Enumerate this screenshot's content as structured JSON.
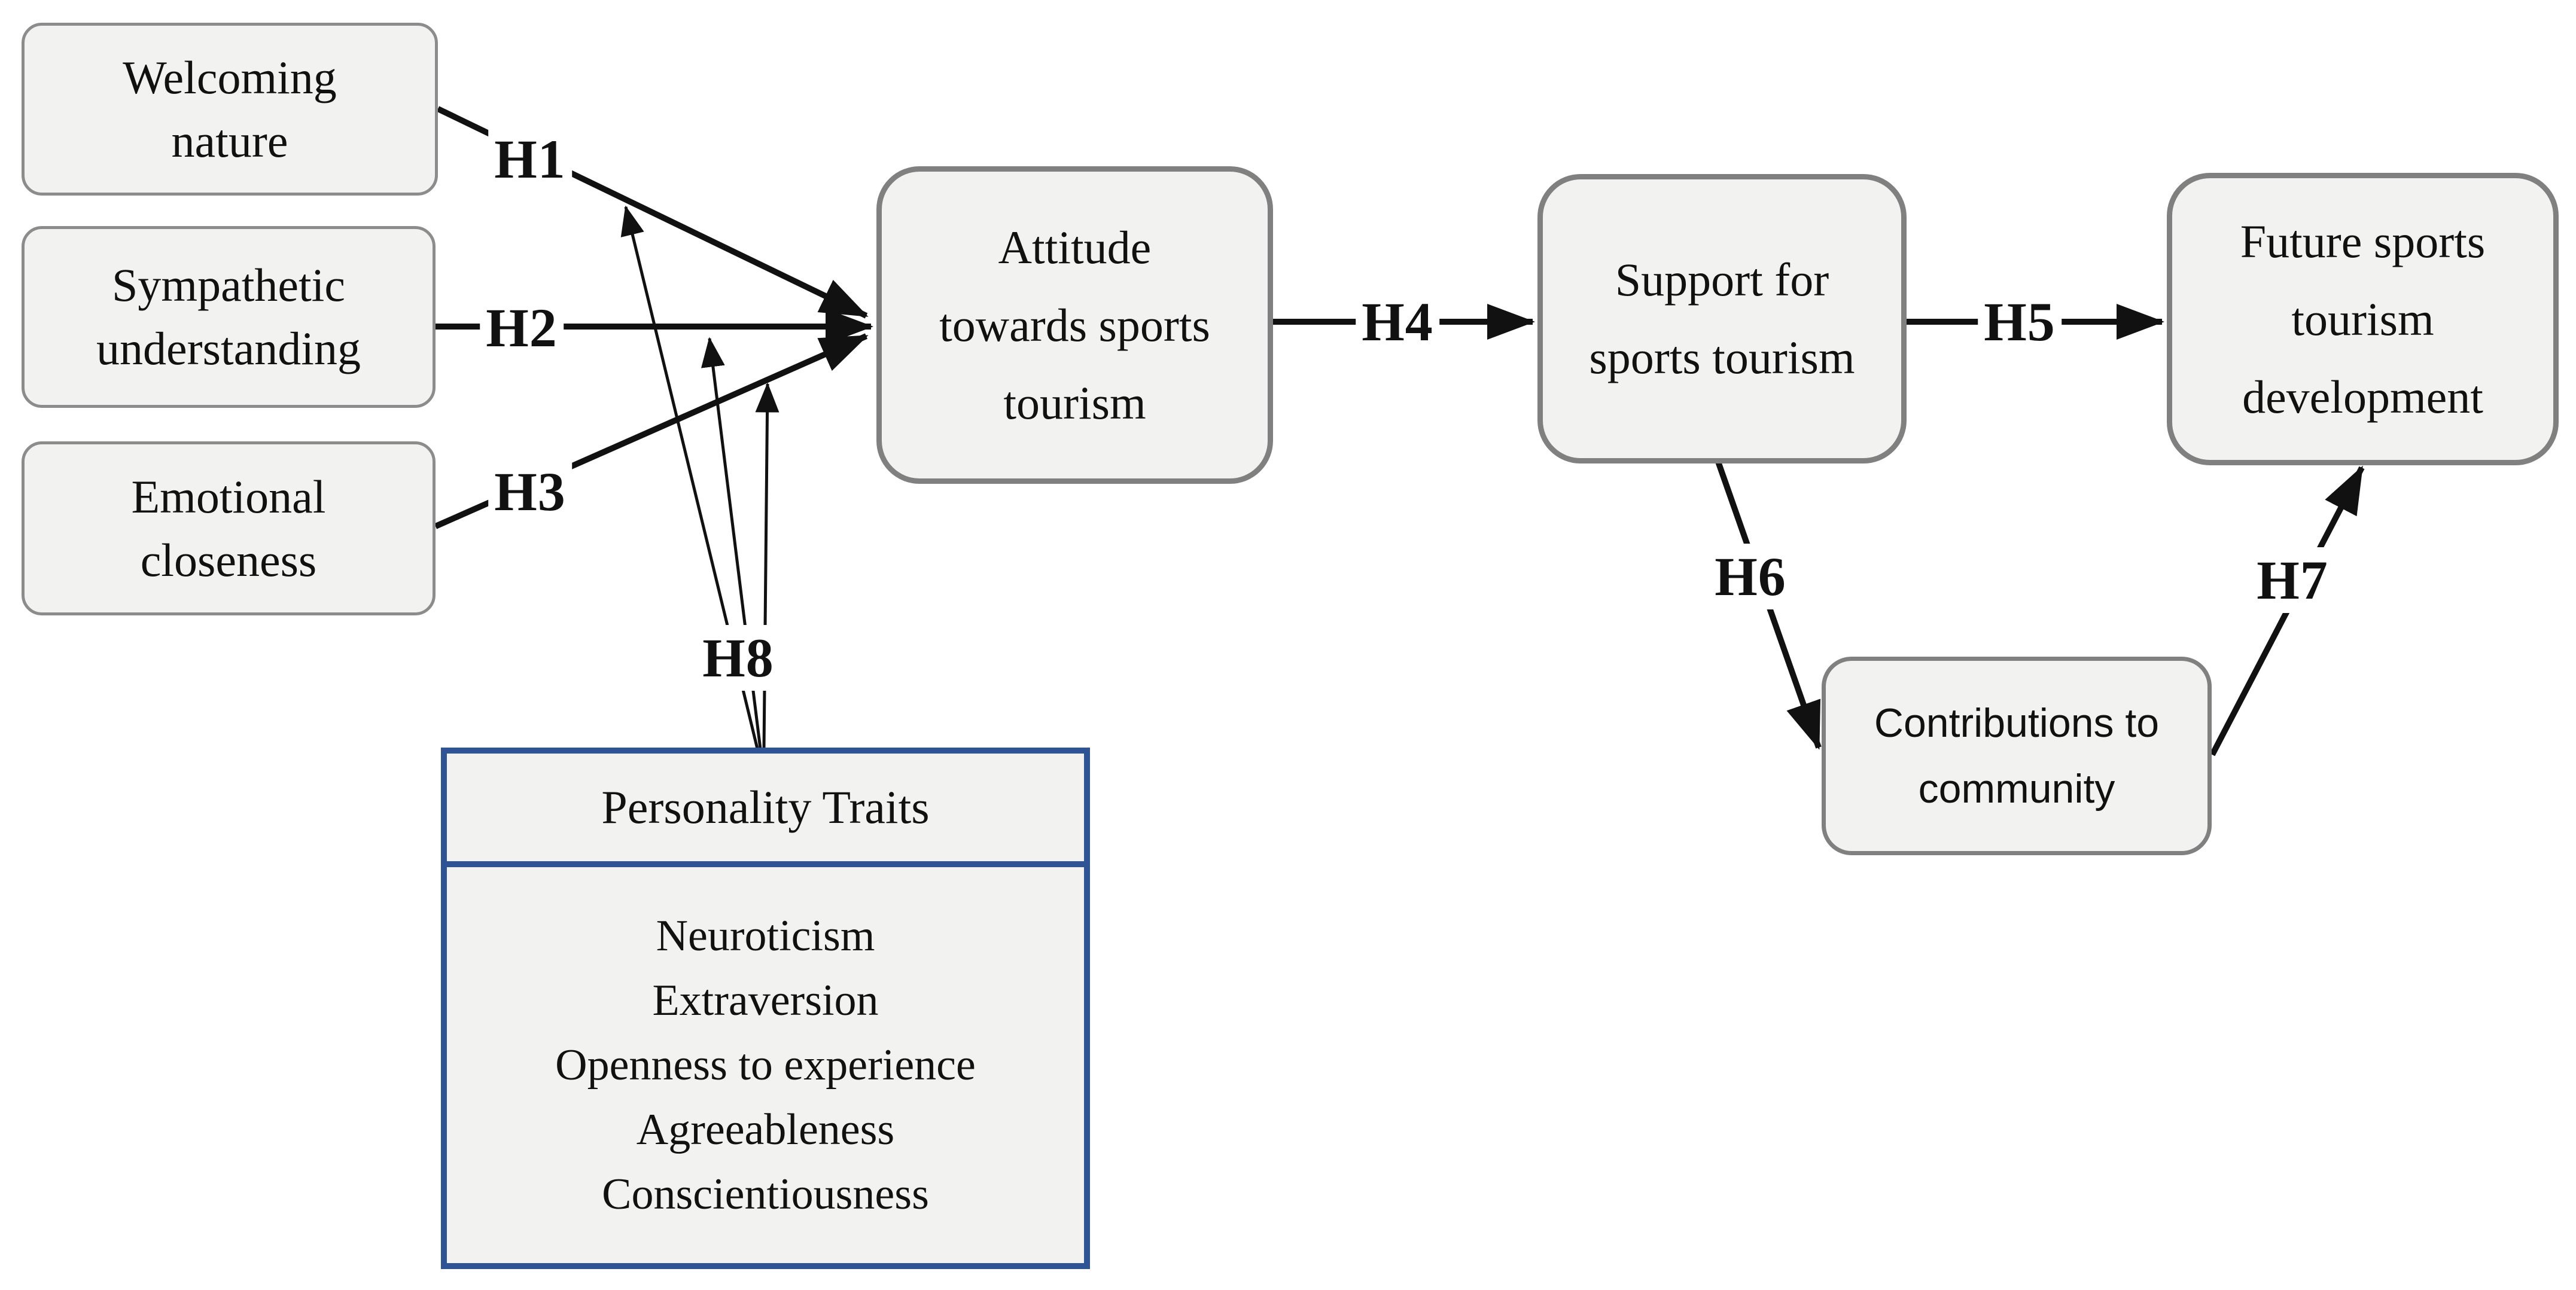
{
  "diagram": {
    "colors": {
      "background": "#ffffff",
      "node_fill": "#f2f2f1",
      "node_border": "#808080",
      "personality_border": "#2f5496",
      "arrow": "#111111",
      "text": "#111111"
    },
    "nodes": {
      "welcoming": {
        "line1": "Welcoming",
        "line2": "nature"
      },
      "sympathetic": {
        "line1": "Sympathetic",
        "line2": "understanding"
      },
      "emotional": {
        "line1": "Emotional",
        "line2": "closeness"
      },
      "attitude": {
        "line1": "Attitude",
        "line2": "towards sports",
        "line3": "tourism"
      },
      "support": {
        "line1": "Support for",
        "line2": "sports tourism"
      },
      "future": {
        "line1": "Future sports",
        "line2": "tourism",
        "line3": "development"
      },
      "contributions": {
        "line1": "Contributions to",
        "line2": "community"
      },
      "personality": {
        "title": "Personality Traits",
        "traits": [
          "Neuroticism",
          "Extraversion",
          "Openness to experience",
          "Agreeableness",
          "Conscientiousness"
        ]
      }
    },
    "hypotheses": {
      "h1": "H1",
      "h2": "H2",
      "h3": "H3",
      "h4": "H4",
      "h5": "H5",
      "h6": "H6",
      "h7": "H7",
      "h8": "H8"
    }
  }
}
